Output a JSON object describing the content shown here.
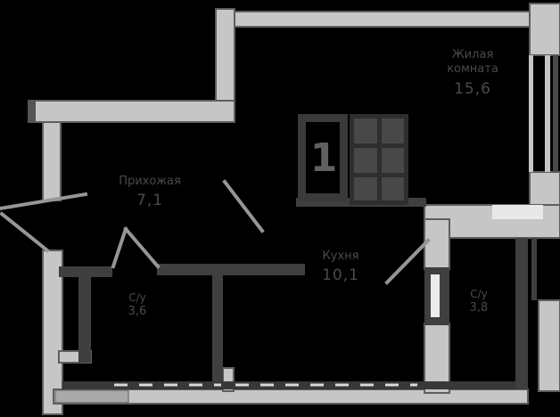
{
  "colors": {
    "bg": "#000000",
    "wall-fill": "#c6c6c6",
    "wall-fill-dim": "#a9a9a9",
    "wall-edge": "#5e5e5e",
    "partition": "#3f3f3f",
    "label": "#4a4a4a",
    "door-line": "#969696",
    "door-leaf": "#ececec",
    "window-dash": "#d9d9d9",
    "shaft-cell": "#484848",
    "door-frame": "#3a3a3a",
    "door-number": "#606060",
    "notch": "#e8e8e8"
  },
  "rooms": {
    "living": {
      "name_line1": "Жилая",
      "name_line2": "комната",
      "area": "15,6"
    },
    "hallway": {
      "name_line1": "Прихожая",
      "area": "7,1"
    },
    "kitchen": {
      "name_line1": "Кухня",
      "area": "10,1"
    },
    "bathroom": {
      "name_line1": "С/у",
      "area": "3,8"
    },
    "bathroom2": {
      "name_line1": "С/у",
      "area": "3,6"
    }
  },
  "entrance": {
    "door_number": "1"
  }
}
